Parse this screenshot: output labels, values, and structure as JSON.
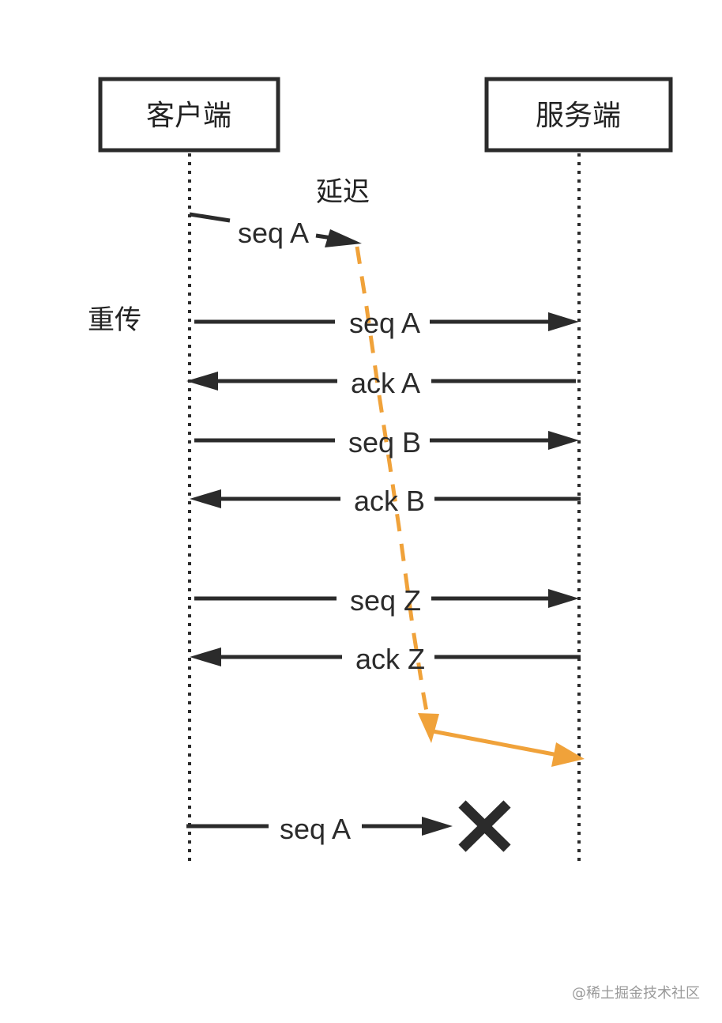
{
  "actors": {
    "client": "客户端",
    "server": "服务端"
  },
  "notes": {
    "delay": "延迟",
    "retransmit": "重传"
  },
  "messages": [
    {
      "id": "delayed-seq-a",
      "label": "seq A",
      "direction": "client-to-server",
      "status": "delayed"
    },
    {
      "id": "retransmit-seq-a",
      "label": "seq A",
      "direction": "client-to-server"
    },
    {
      "id": "ack-a",
      "label": "ack A",
      "direction": "server-to-client"
    },
    {
      "id": "seq-b",
      "label": "seq B",
      "direction": "client-to-server"
    },
    {
      "id": "ack-b",
      "label": "ack B",
      "direction": "server-to-client"
    },
    {
      "id": "seq-z",
      "label": "seq Z",
      "direction": "client-to-server"
    },
    {
      "id": "ack-z",
      "label": "ack Z",
      "direction": "server-to-client"
    },
    {
      "id": "dropped-seq-a",
      "label": "seq A",
      "direction": "client-to-server",
      "status": "dropped"
    }
  ],
  "colors": {
    "line": "#2b2b2b",
    "delay": "#f0a23a",
    "watermark": "#9a9a9a"
  },
  "icons": {
    "drop": "cross-icon"
  },
  "watermark": "@稀土掘金技术社区"
}
